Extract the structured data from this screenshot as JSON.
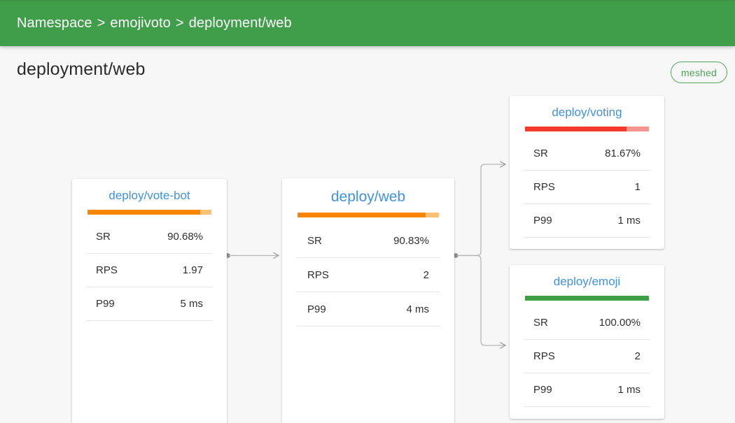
{
  "header": {
    "background_color": "#409e4b",
    "breadcrumb": {
      "items": [
        "Namespace",
        "emojivoto",
        "deployment/web"
      ],
      "separator": ">"
    }
  },
  "page": {
    "title": "deployment/web",
    "status_badge": {
      "label": "meshed",
      "color": "#4ca257"
    }
  },
  "colors": {
    "link": "#3f91e5",
    "bar_good": "#3e9f45",
    "bar_warn": "#f98500",
    "bar_warn_track": "#fcc077",
    "bar_bad": "#f4392f",
    "bar_bad_track": "#f3948e",
    "edge": "#b5b5b5",
    "canvas_bg": "#f7f7f7"
  },
  "graph": {
    "metric_labels": {
      "sr": "SR",
      "rps": "RPS",
      "p99": "P99"
    },
    "nodes": [
      {
        "id": "vote-bot",
        "title": "deploy/vote-bot",
        "bar": {
          "percent": 90.68,
          "fill_color": "#f98500",
          "track_color": "#fcc077"
        },
        "metrics": [
          {
            "label": "SR",
            "value": "90.68%"
          },
          {
            "label": "RPS",
            "value": "1.97"
          },
          {
            "label": "P99",
            "value": "5 ms"
          }
        ]
      },
      {
        "id": "web",
        "title": "deploy/web",
        "bar": {
          "percent": 90.83,
          "fill_color": "#f98500",
          "track_color": "#fcc077"
        },
        "metrics": [
          {
            "label": "SR",
            "value": "90.83%"
          },
          {
            "label": "RPS",
            "value": "2"
          },
          {
            "label": "P99",
            "value": "4 ms"
          }
        ]
      },
      {
        "id": "voting",
        "title": "deploy/voting",
        "bar": {
          "percent": 81.67,
          "fill_color": "#f4392f",
          "track_color": "#f3948e"
        },
        "metrics": [
          {
            "label": "SR",
            "value": "81.67%"
          },
          {
            "label": "RPS",
            "value": "1"
          },
          {
            "label": "P99",
            "value": "1 ms"
          }
        ]
      },
      {
        "id": "emoji",
        "title": "deploy/emoji",
        "bar": {
          "percent": 100,
          "fill_color": "#3e9f45",
          "track_color": "#3e9f45"
        },
        "metrics": [
          {
            "label": "SR",
            "value": "100.00%"
          },
          {
            "label": "RPS",
            "value": "2"
          },
          {
            "label": "P99",
            "value": "1 ms"
          }
        ]
      }
    ],
    "edges": [
      {
        "from": "vote-bot",
        "to": "web"
      },
      {
        "from": "web",
        "to": "voting"
      },
      {
        "from": "web",
        "to": "emoji"
      }
    ]
  }
}
